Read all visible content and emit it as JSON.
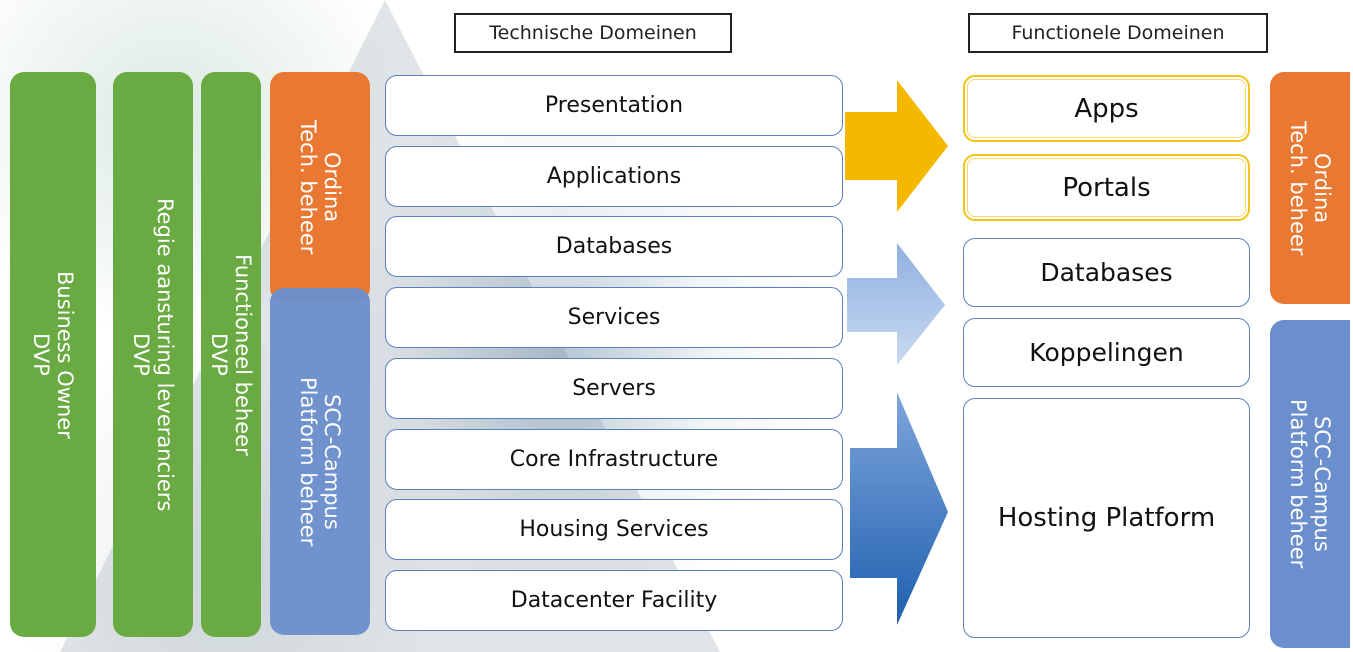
{
  "titles": {
    "technisch": "Technische Domeinen",
    "functioneel": "Functionele Domeinen"
  },
  "left_bars": [
    {
      "text": "Business Owner\nDVP",
      "color": "#6aaa43"
    },
    {
      "text": "Regie aansturing leveranciers\nDVP",
      "color": "#6aaa43"
    },
    {
      "text": "Functioneel beheer\nDVP",
      "color": "#6aaa43"
    },
    {
      "text": "Ordina\nTech. beheer",
      "color": "#e87832"
    },
    {
      "text": "SCC-Campus\nPlatform beheer",
      "color": "#6b8fcd"
    }
  ],
  "technische_domeinen": [
    "Presentation",
    "Applications",
    "Databases",
    "Services",
    "Servers",
    "Core Infrastructure",
    "Housing Services",
    "Datacenter Facility"
  ],
  "functionele_domeinen": [
    {
      "label": "Apps",
      "border": "#f0c419"
    },
    {
      "label": "Portals",
      "border": "#f0c419"
    },
    {
      "label": "Databases",
      "border": "#5b7fc0"
    },
    {
      "label": "Koppelingen",
      "border": "#5b7fc0"
    },
    {
      "label": "Hosting Platform",
      "border": "#5b7fc0"
    }
  ],
  "right_bars": [
    {
      "text": "Ordina\nTech. beheer",
      "color": "#e87832"
    },
    {
      "text": "SCC-Campus\nPlatform beheer",
      "color": "#6b8fcd"
    }
  ],
  "arrows": [
    {
      "name": "apps-portals-arrow",
      "color": "#f5b800"
    },
    {
      "name": "databases-koppelingen-arrow",
      "color": "#a9c1e8"
    },
    {
      "name": "hosting-platform-arrow",
      "color": "#3d78c4"
    }
  ]
}
